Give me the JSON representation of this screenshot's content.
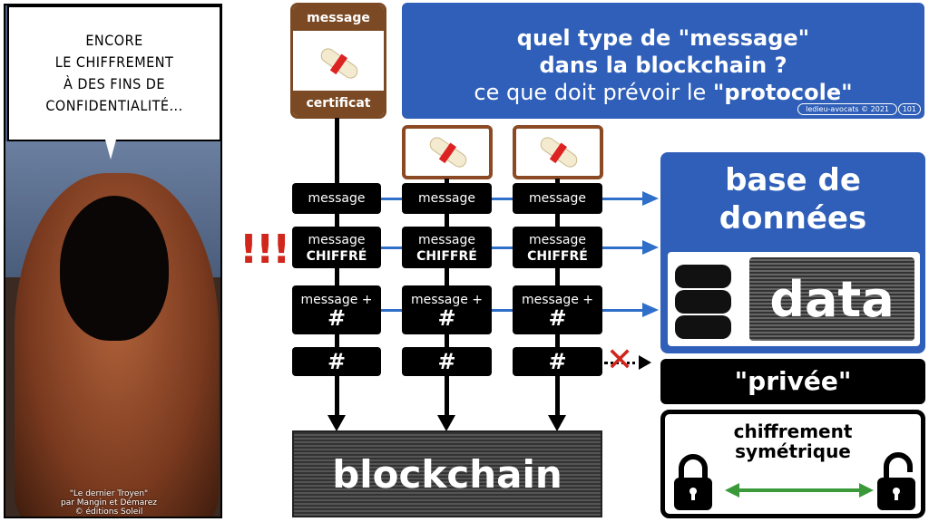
{
  "comic": {
    "bubble_lines": [
      "ENCORE",
      "LE CHIFFREMENT",
      "À DES FINS DE",
      "CONFIDENTIALITÉ..."
    ],
    "credit_lines": [
      "\"Le dernier Troyen\"",
      "par Mangin et Démarez",
      "© éditions Soleil"
    ]
  },
  "cert_card": {
    "top_label": "message",
    "bottom_label": "certificat"
  },
  "title": {
    "line1": "quel type de \"message\"",
    "line2": "dans la blockchain ?",
    "line3_prefix": "ce que doit prévoir le ",
    "line3_bold": "\"protocole\"",
    "credit": "ledieu-avocats  ©  2021",
    "page": "101"
  },
  "alert": "!!!",
  "rows": {
    "message": "message",
    "chiffre_1": "message",
    "chiffre_2": "CHIFFRÉ",
    "hash_1": "message +",
    "hash_2": "#",
    "hash_only": "#"
  },
  "blockchain_label": "blockchain",
  "database": {
    "title_1": "base de",
    "title_2": "données",
    "data_label": "data"
  },
  "privee_label": "\"privée\"",
  "symmetric": {
    "line1": "chiffrement",
    "line2": "symétrique"
  },
  "colors": {
    "blue": "#2f5fb8",
    "brown": "#7b4a24",
    "red": "#d0261c",
    "green": "#3a9a3a"
  }
}
